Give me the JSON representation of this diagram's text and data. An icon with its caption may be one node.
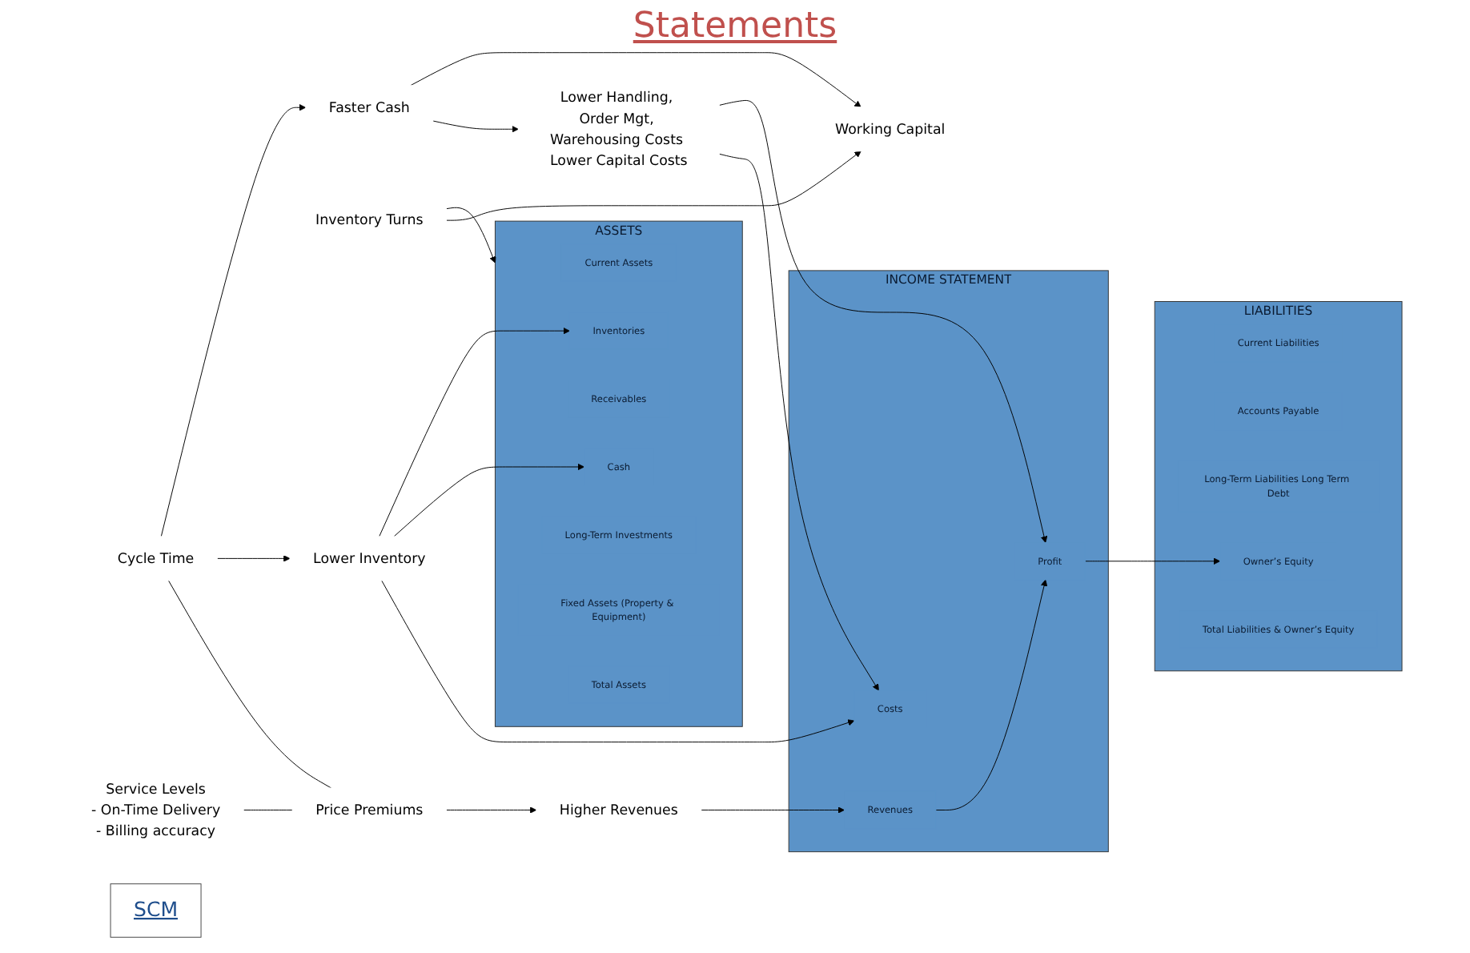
{
  "diagram": {
    "title": "Statements",
    "nodes": [
      {
        "text": [
          "SCM"
        ]
      },
      {
        "text": [
          "Service Levels",
          "- On-Time Delivery",
          "- Billing accuracy"
        ]
      },
      {
        "text": [
          "Price Premiums"
        ]
      },
      {
        "text": [
          "Higher Revenues"
        ]
      },
      {
        "text": [
          "Cycle Time"
        ]
      },
      {
        "text": [
          "Lower Handling, Order Mgt, Warehousing Costs Lower Capital Costs"
        ]
      },
      {
        "text": [
          "Inventory Turns"
        ]
      },
      {
        "text": [
          "Lower Inventory"
        ]
      },
      {
        "text": [
          "Faster Cash"
        ]
      },
      {
        "text": [
          "Working Capital"
        ]
      },
      {
        "text": [
          "INCOME STATEMENT"
        ]
      },
      {
        "text": [
          "Revenues"
        ],
        "in": 10
      },
      {
        "text": [
          "Costs"
        ],
        "in": 10
      },
      {
        "text": [
          "Profit"
        ],
        "in": 10
      },
      {
        "text": [
          "ASSETS"
        ]
      },
      {
        "text": [
          "Current Assets"
        ],
        "in": 14
      },
      {
        "text": [
          "Cash"
        ],
        "in": 14
      },
      {
        "text": [
          "Receivables"
        ],
        "in": 14
      },
      {
        "text": [
          "Inventories"
        ],
        "in": 14
      },
      {
        "text": [
          "Long-Term Investments"
        ],
        "in": 14
      },
      {
        "text": [
          "Fixed Assets (Property & Equipment)"
        ],
        "in": 14
      },
      {
        "text": [
          "Total Assets"
        ],
        "in": 14
      },
      {
        "text": [
          "LIABILITIES"
        ]
      },
      {
        "text": [
          "Current Liabilities"
        ],
        "in": 22
      },
      {
        "text": [
          "Accounts Payable"
        ],
        "in": 22
      },
      {
        "text": [
          "Long-Term Liabilities Long Term Debt"
        ],
        "in": 22
      },
      {
        "text": [
          "Owner’s Equity"
        ],
        "in": 22
      },
      {
        "text": [
          "Total Liabilities & Owner’s Equity"
        ],
        "in": 22
      }
    ],
    "edges": [
      {
        "from": 4,
        "to": 2,
        "arrow": "none"
      },
      {
        "from": 1,
        "to": 2,
        "arrow": "none"
      },
      {
        "from": 2,
        "to": 3,
        "arrow": "to"
      },
      {
        "from": 3,
        "to": 11,
        "arrow": "to"
      },
      {
        "from": 11,
        "to": 13,
        "arrow": "to"
      },
      {
        "from": 4,
        "to": 7,
        "arrow": "to"
      },
      {
        "from": 4,
        "to": 8,
        "arrow": "to"
      },
      {
        "from": 8,
        "to": 5,
        "arrow": "to"
      },
      {
        "from": 5,
        "to": 12,
        "arrow": "to"
      },
      {
        "from": 5,
        "to": 13,
        "arrow": "to"
      },
      {
        "from": 7,
        "to": 12,
        "arrow": "to"
      },
      {
        "from": 7,
        "to": 16,
        "arrow": "to"
      },
      {
        "from": 7,
        "to": 18,
        "arrow": "to"
      },
      {
        "from": 6,
        "to": 14,
        "arrow": "to"
      },
      {
        "from": 6,
        "to": 9,
        "arrow": "to"
      },
      {
        "from": 8,
        "to": 9,
        "arrow": "to"
      },
      {
        "from": 13,
        "to": 26,
        "arrow": "to"
      }
    ]
  }
}
